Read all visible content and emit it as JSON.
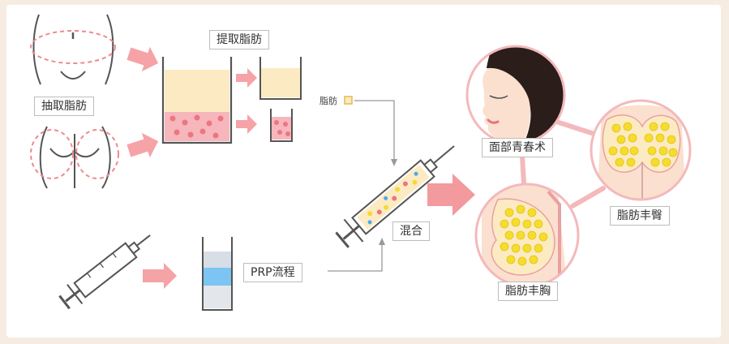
{
  "labels": {
    "extract_fat": "抽取脂肪",
    "refine_fat": "提取脂肪",
    "fat": "脂肪",
    "prp_process": "PRP流程",
    "mix": "混合",
    "face_rejuvenation": "面部青春术",
    "buttock_augmentation": "脂肪丰臀",
    "breast_augmentation": "脂肪丰胸"
  },
  "colors": {
    "arrow_pink": "#f5a3a6",
    "fat_cream": "#fcebc2",
    "fat_red": "#f6b6bc",
    "prp_blue": "#7cc4f2",
    "circle_border": "#f4b9bb",
    "fat_yellow": "#f5dc2d",
    "hair": "#2a1d1a",
    "skin": "#fbe0cf"
  }
}
